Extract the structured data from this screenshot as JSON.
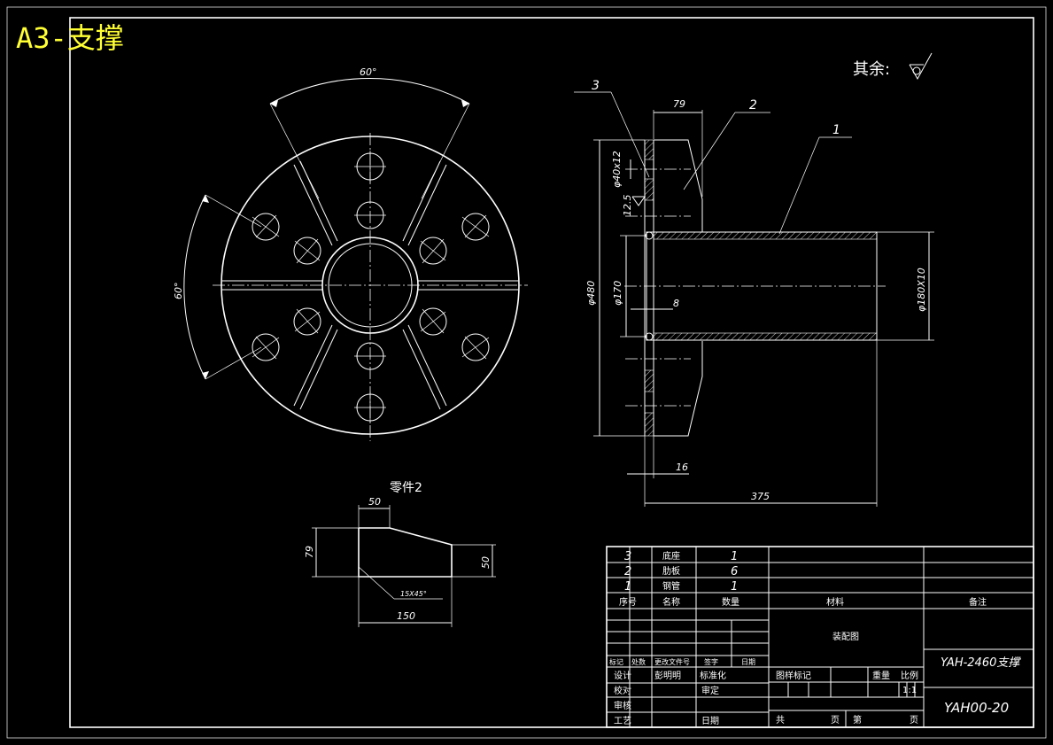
{
  "sheet_title": "A3-支撑",
  "roughness_note": "其余:",
  "dims": {
    "angle_top": "60°",
    "angle_left": "60°",
    "d79": "79",
    "d_hole": "φ40x12",
    "rough": "12.5",
    "d480": "φ480",
    "d170": "φ170",
    "d8": "8",
    "d180": "φ180X10",
    "d16": "16",
    "d375": "375"
  },
  "balloons": [
    "3",
    "2",
    "1"
  ],
  "part2": {
    "title": "零件2",
    "d50_top": "50",
    "d79": "79",
    "d50_right": "50",
    "chamfer": "15X45°",
    "d150": "150"
  },
  "bom": {
    "rows": [
      {
        "no": "3",
        "name": "底座",
        "qty": "1"
      },
      {
        "no": "2",
        "name": "肋板",
        "qty": "6"
      },
      {
        "no": "1",
        "name": "钢管",
        "qty": "1"
      }
    ],
    "headers": {
      "no": "序号",
      "name": "名称",
      "qty": "数量",
      "material": "材料",
      "remark": "备注"
    }
  },
  "titleblock": {
    "drawing_type": "装配图",
    "product_name": "YAH-2460支撑",
    "drawing_no": "YAH00-20",
    "rev_cols": [
      "标记",
      "处数",
      "更改文件号",
      "签字",
      "日期"
    ],
    "design": "设计",
    "design_std": "彭明明",
    "standardize": "标准化",
    "check": "校对",
    "approve_sign": "审定",
    "review": "审核",
    "process": "工艺",
    "date": "日期",
    "stage_mark": "图样标记",
    "weight": "重量",
    "scale": "比例",
    "scale_val": "1:1",
    "total": "共",
    "page": "页",
    "sheet_no": "第",
    "page2": "页"
  },
  "colors": {
    "background": "#000000",
    "lines": "#ffffff",
    "title": "#ffff33"
  }
}
